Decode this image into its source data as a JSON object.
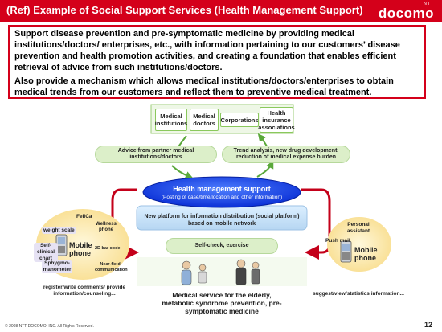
{
  "header": {
    "title": "(Ref) Example of Social Support Services (Health Management Support)",
    "logo_small": "NTT",
    "logo": "docomo"
  },
  "summary": {
    "p1": "Support disease prevention and pre-symptomatic medicine by providing medical institutions/doctors/ enterprises, etc., with information pertaining to our customers’ disease prevention and health promotion activities, and creating a foundation that enables efficient retrieval of advice from such institutions/doctors.",
    "p2": "Also provide a mechanism which allows medical institutions/doctors/enterprises to obtain medical trends from our customers and reflect them to preventive medical treatment."
  },
  "partners": {
    "medical_institutions": "Medical institutions",
    "medical_doctors": "Medical doctors",
    "corporations": "Corporations",
    "health_insurance": "Health insurance associations"
  },
  "flows": {
    "advice": "Advice from partner medical institutions/doctors",
    "trend": "Trend analysis, new drug development, reduction of medical expense burden"
  },
  "hub": {
    "title": "Health management support",
    "subtitle": "(Posting of case/time/location and other information)",
    "platform": "New platform for information distribution (social platform) based on mobile network"
  },
  "self_check": "Self-check, exercise",
  "left_phone": {
    "title": "Mobile phone",
    "features": {
      "felica": "FeliCa",
      "wellness": "Wellness phone",
      "weight": "weight scale",
      "barcode": "2D bar code",
      "chart": "Self-clinical chart",
      "sphygmo": "Sphygmo-manometer",
      "nearfield": "Near-field communication"
    },
    "caption": "register/write comments/ provide information/counseling..."
  },
  "right_phone": {
    "title": "Mobile phone",
    "assistant": "Personal assistant",
    "push": "Push mail",
    "caption": "suggest/view/statistics information..."
  },
  "center_caption": "Medical service for the elderly, metabolic syndrome prevention, pre-symptomatic medicine",
  "footer": {
    "copyright": "© 2008 NTT DOCOMO, INC. All Rights Reserved.",
    "page": "12"
  }
}
